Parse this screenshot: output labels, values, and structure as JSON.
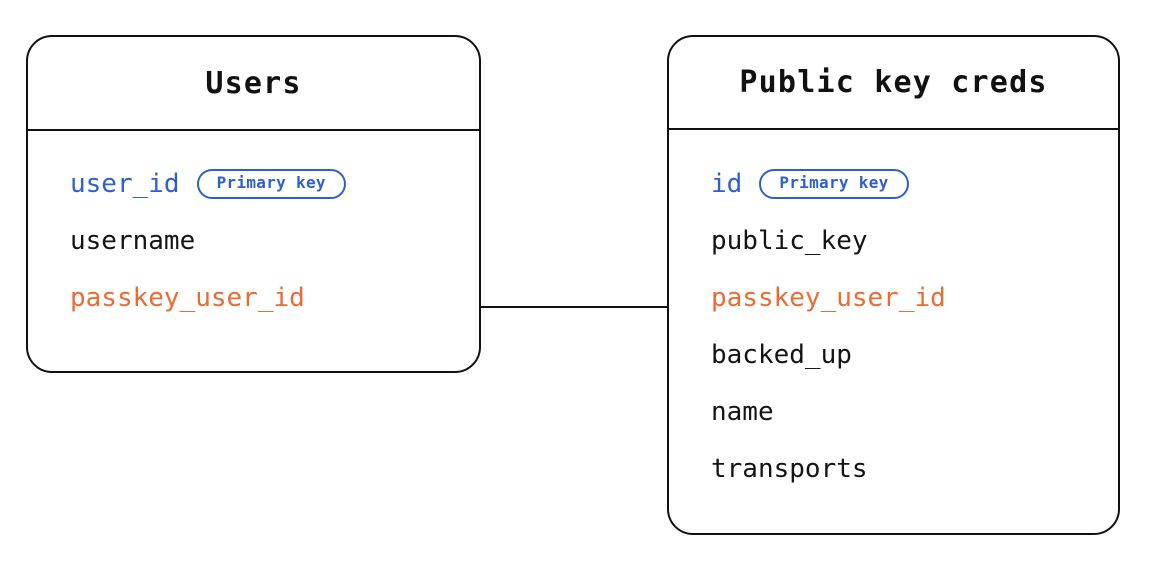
{
  "diagram": {
    "type": "entity-relationship-diagram",
    "background_color": "#ffffff",
    "colors": {
      "border": "#111111",
      "text": "#141414",
      "primary_key": "#2E5FD0",
      "foreign_key": "#EA6B33",
      "badge_border": "#2E5FD0"
    },
    "entities": [
      {
        "title": "Users",
        "fields": [
          {
            "name": "user_id",
            "role": "primary_key",
            "badge": "Primary key"
          },
          {
            "name": "username",
            "role": "plain",
            "badge": null
          },
          {
            "name": "passkey_user_id",
            "role": "foreign_key",
            "badge": null
          }
        ]
      },
      {
        "title": "Public key creds",
        "fields": [
          {
            "name": "id",
            "role": "primary_key",
            "badge": "Primary key"
          },
          {
            "name": "public_key",
            "role": "plain",
            "badge": null
          },
          {
            "name": "passkey_user_id",
            "role": "foreign_key",
            "badge": null
          },
          {
            "name": "backed_up",
            "role": "plain",
            "badge": null
          },
          {
            "name": "name",
            "role": "plain",
            "badge": null
          },
          {
            "name": "transports",
            "role": "plain",
            "badge": null
          }
        ]
      }
    ],
    "relationships": [
      {
        "from": "Users.passkey_user_id",
        "to": "Public key creds.passkey_user_id",
        "style": "solid-line"
      }
    ]
  }
}
